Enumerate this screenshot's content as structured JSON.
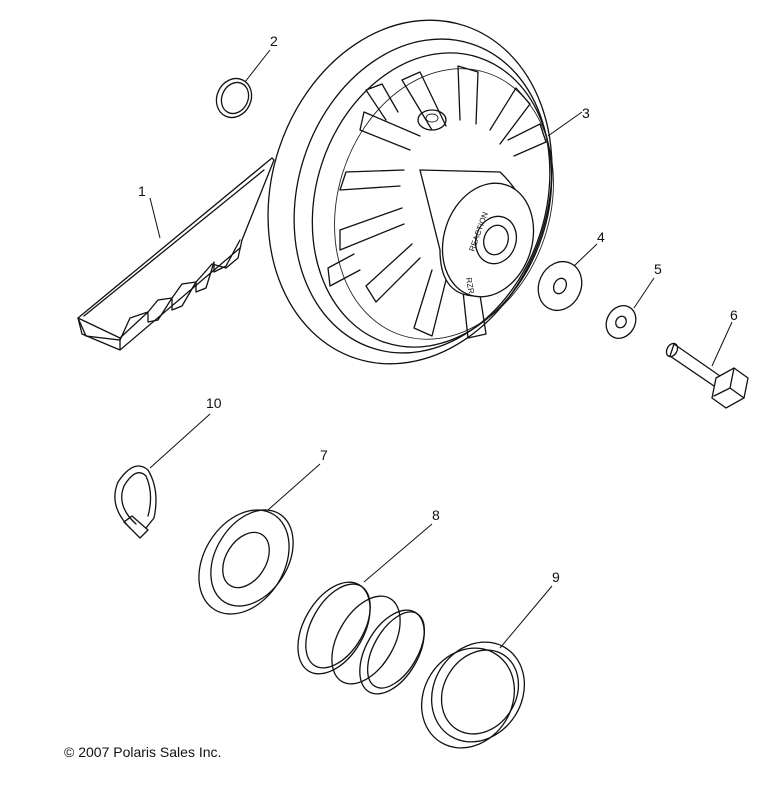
{
  "callouts": [
    "1",
    "2",
    "3",
    "4",
    "5",
    "6",
    "7",
    "8",
    "9",
    "10"
  ],
  "hub_labels": {
    "top": "REACTION",
    "bottom": "RZR"
  },
  "copyright": "© 2007 Polaris Sales Inc."
}
